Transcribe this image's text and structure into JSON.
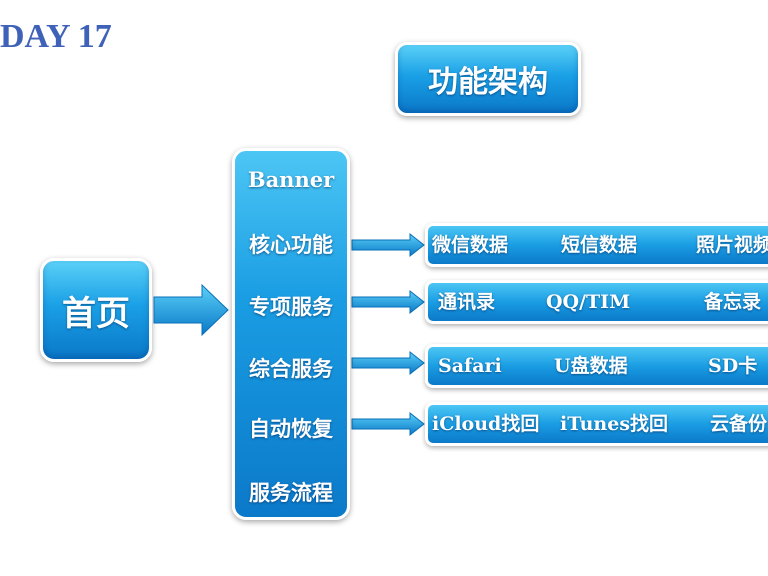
{
  "header": {
    "day_label": "DAY 17"
  },
  "diagram": {
    "title": "功能架构",
    "home": "首页",
    "menu": [
      "Banner",
      "核心功能",
      "专项服务",
      "综合服务",
      "自动恢复",
      "服务流程"
    ],
    "rows": [
      {
        "items": [
          "微信数据",
          "短信数据",
          "照片视频"
        ]
      },
      {
        "items": [
          "通讯录",
          "QQ/TIM",
          "备忘录"
        ]
      },
      {
        "items": [
          "Safari",
          "U盘数据",
          "SD卡"
        ]
      },
      {
        "items": [
          "iCloud找回",
          "iTunes找回",
          "云备份"
        ]
      }
    ],
    "colors": {
      "accent": "#1aa0e6",
      "title_text": "#3f62b8"
    }
  }
}
